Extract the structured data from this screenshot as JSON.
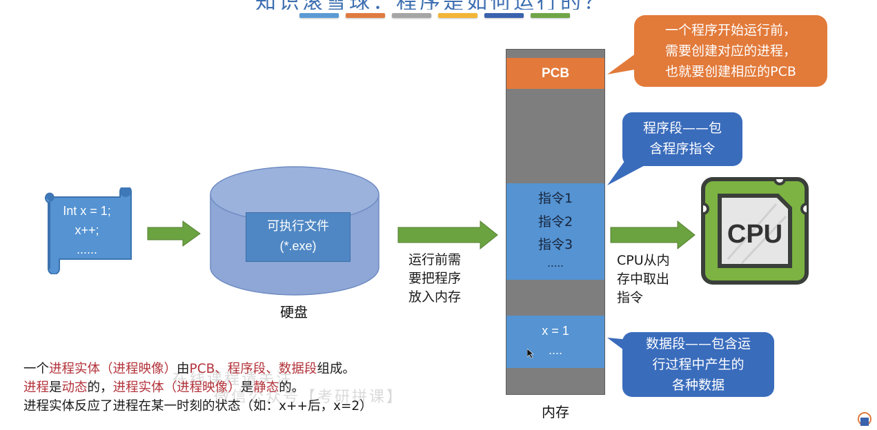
{
  "title": {
    "text": "知识滚雪球：程序是如何运行的？",
    "bar_colors": [
      "#5b9bd5",
      "#e07b40",
      "#a5a5a5",
      "#f2b536",
      "#3a62ad",
      "#6fa547"
    ]
  },
  "source_code": {
    "lines": [
      "Int x = 1;",
      "x++;",
      "......"
    ]
  },
  "disk": {
    "file_label": "可执行文件",
    "file_ext": "(*.exe)",
    "label": "硬盘"
  },
  "load_step": {
    "lines": [
      "运行前需",
      "要把程序",
      "放入内存"
    ]
  },
  "memory": {
    "label": "内存",
    "pcb_label": "PCB",
    "instructions": [
      "指令1",
      "指令2",
      "指令3",
      "....."
    ],
    "data_lines": [
      "x = 1",
      "...."
    ]
  },
  "callouts": {
    "pcb": [
      "一个程序开始运行前，",
      "需要创建对应的进程，",
      "也就要创建相应的PCB"
    ],
    "program_segment": [
      "程序段——包",
      "含程序指令"
    ],
    "data_segment": [
      "数据段——包含运",
      "行过程中产生的",
      "各种数据"
    ]
  },
  "cpu_step": {
    "lines": [
      "CPU从内",
      "存中取出",
      "指令"
    ],
    "chip_label": "CPU"
  },
  "notes": {
    "line1": [
      {
        "text": "一个",
        "hl": false
      },
      {
        "text": "进程实体（进程映像）",
        "hl": true
      },
      {
        "text": "由",
        "hl": false
      },
      {
        "text": "PCB、程序段、数据段",
        "hl": true
      },
      {
        "text": "组成。",
        "hl": false
      }
    ],
    "line2": [
      {
        "text": "进程",
        "hl": true
      },
      {
        "text": "是",
        "hl": false
      },
      {
        "text": "动态",
        "hl": true
      },
      {
        "text": "的，",
        "hl": false
      },
      {
        "text": "进程实体（进程映像）",
        "hl": true
      },
      {
        "text": "是",
        "hl": false
      },
      {
        "text": "静态",
        "hl": true
      },
      {
        "text": "的。",
        "hl": false
      }
    ],
    "line3": "进程实体反应了进程在某一时刻的状态（如：x++后，x=2）"
  },
  "watermark": {
    "line1": "在线课程请关注",
    "line2": "微信公众号【考研拼课】"
  },
  "colors": {
    "arrow_green": "#6aa340",
    "memory_gray": "#7e7e7e",
    "segment_blue": "#5593d2",
    "pcb_orange": "#e37a3b",
    "callout_blue": "#3a6cbc",
    "callout_orange": "#e27a3a",
    "highlight_red": "#b3333b",
    "cpu_green": "#7cb342"
  }
}
